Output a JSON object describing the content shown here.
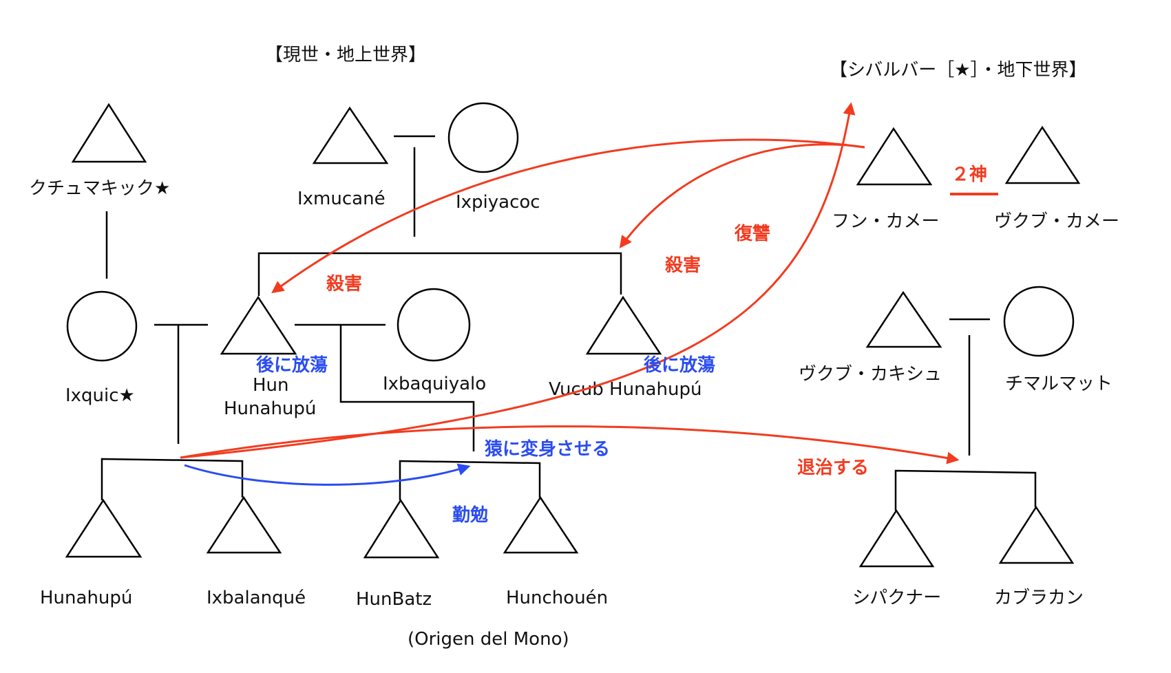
{
  "headers": {
    "upper_world": "【現世・地上世界】",
    "underworld": "【シバルバー［★］・地下世界】"
  },
  "people": {
    "kuchumakick": "クチュマキック★",
    "ixmucane": "Ixmucané",
    "ixpiyacoc": "Ixpiyacoc",
    "ixquic": "Ixquic★",
    "hun_hunahpu_1": "Hun",
    "hun_hunahpu_2": "Hunahupú",
    "ixbaquiyalo": "Ixbaquiyalo",
    "vucub_hunahpu": "Vucub  Hunahupú",
    "hun_came": "フン・カメー",
    "vucub_came": "ヴクブ・カメー",
    "vucub_caquix": "ヴクブ・カキシュ",
    "chimalmat": "チマルマット",
    "hunahpu": "Hunahupú",
    "ixbalanque": "Ixbalanqué",
    "hunbatz": "HunBatz",
    "hunchouen": "Hunchouén",
    "zipacna": "シパクナー",
    "cabracan": "カブラカン"
  },
  "notes": {
    "origin_monkey": "(Origen del Mono)",
    "two_gods": "２神"
  },
  "annotations": {
    "murder_1": "殺害",
    "murder_2": "殺害",
    "revenge": "復讐",
    "later_dissolute_1": "後に放蕩",
    "later_dissolute_2": "後に放蕩",
    "turn_into_monkeys": "猿に変身させる",
    "study": "勤勉",
    "defeat": "退治する"
  },
  "colors": {
    "red": "#f23b1f",
    "blue": "#2a4cf0",
    "line": "#000000"
  }
}
